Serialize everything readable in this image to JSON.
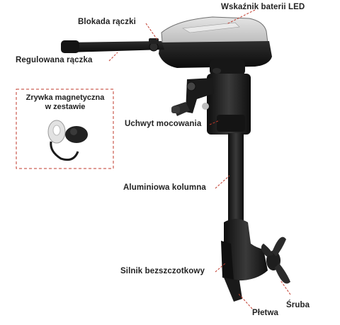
{
  "labels": {
    "led": "Wskaźnik baterii LED",
    "lock": "Blokada rączki",
    "handle": "Regulowana rączka",
    "clamp": "Uchwyt mocowania",
    "column": "Aluminiowa kolumna",
    "motor": "Silnik bezszczotkowy",
    "prop": "Śruba",
    "fin": "Płetwa"
  },
  "inset": {
    "line1": "Zrywka magnetyczna",
    "line2": "w zestawie"
  },
  "colors": {
    "leader": "#c0392b",
    "motor_body": "#1c1c1c",
    "cover": "#b8b8b8"
  }
}
